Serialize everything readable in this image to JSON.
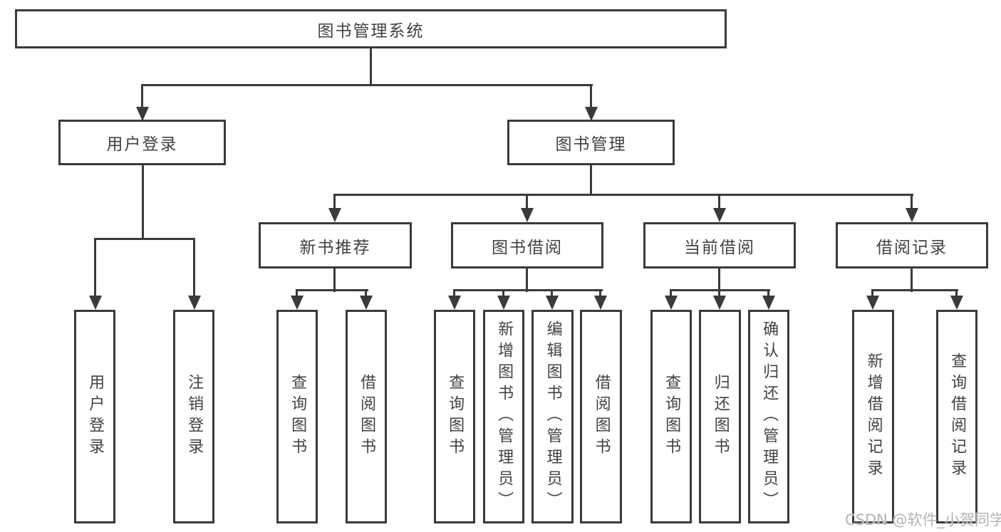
{
  "diagram": {
    "root": "图书管理系统",
    "user": {
      "label": "用户登录",
      "children": [
        "用户登录",
        "注销登录"
      ]
    },
    "books": {
      "label": "图书管理",
      "children": [
        {
          "label": "新书推荐",
          "children": [
            "查询图书",
            "借阅图书"
          ]
        },
        {
          "label": "图书借阅",
          "children": [
            "查询图书",
            "新增图书（管理员）",
            "编辑图书（管理员）",
            "借阅图书"
          ]
        },
        {
          "label": "当前借阅",
          "children": [
            "查询图书",
            "归还图书",
            "确认归还（管理员）"
          ]
        },
        {
          "label": "借阅记录",
          "children": [
            "新增借阅记录",
            "查询借阅记录"
          ]
        }
      ]
    }
  },
  "watermark": "CSDN @软件_小贺同学",
  "colors": {
    "line": "#3a3a3a",
    "text": "#3f4245",
    "watermark": "#b4b4b4",
    "background": "#ffffff"
  }
}
